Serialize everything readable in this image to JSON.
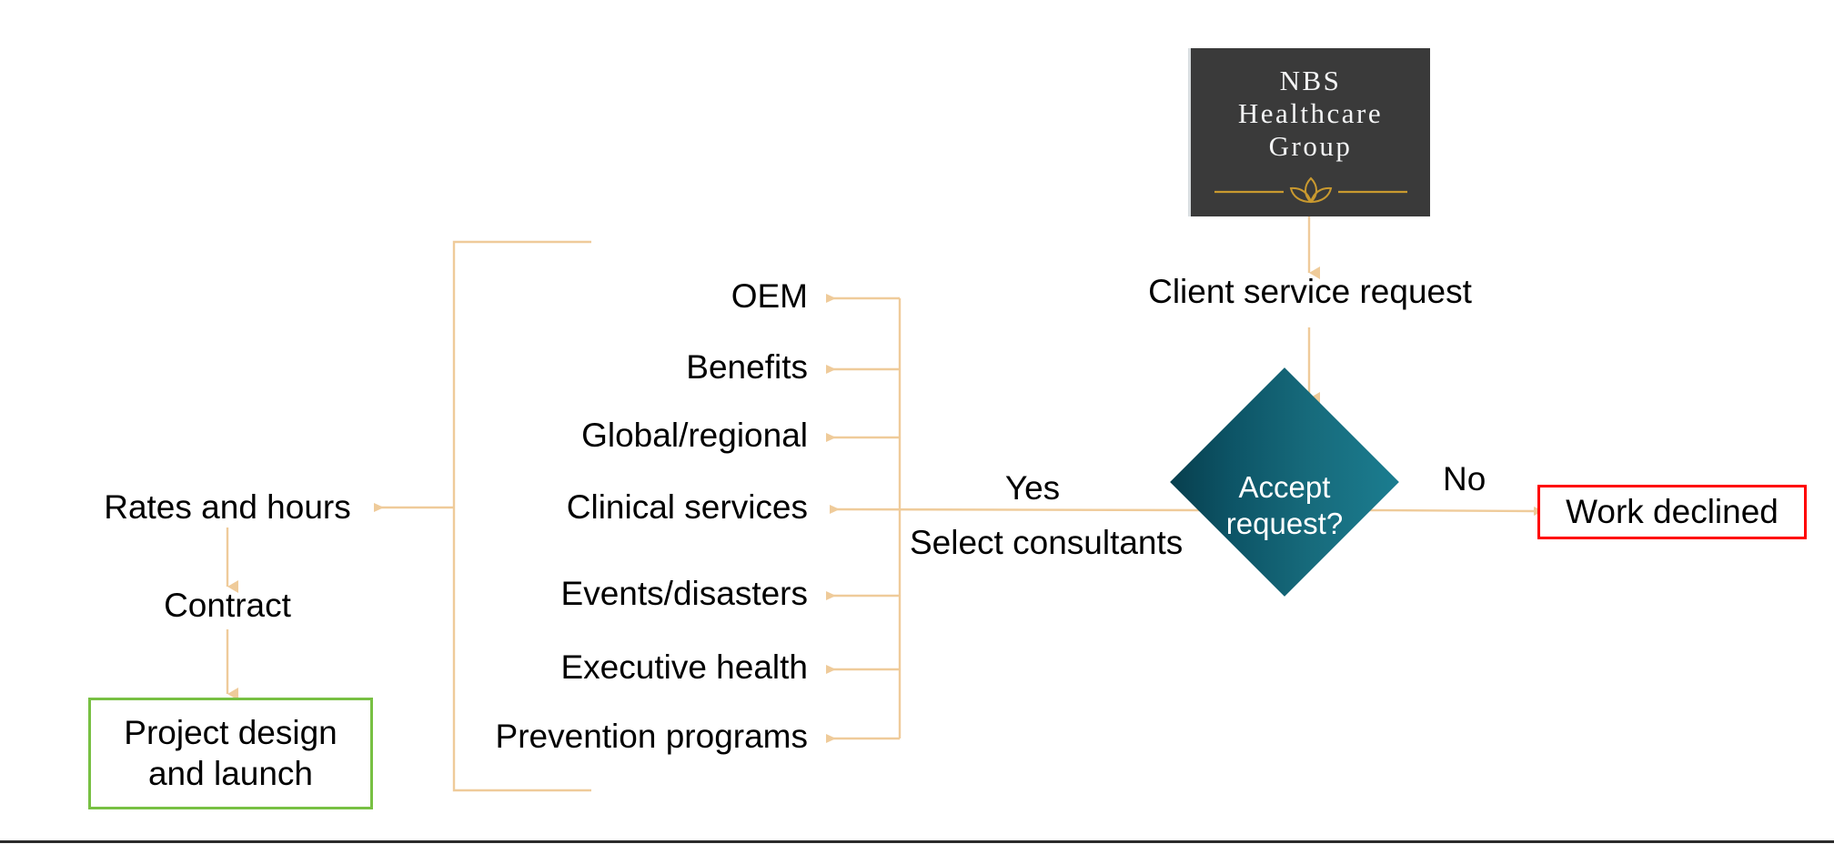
{
  "diagram": {
    "title": "NBS Healthcare Group client service request flow",
    "colors": {
      "connector": "#efcb9a",
      "connector_dark": "#d9a85c",
      "logo_background": "#3a3a3a",
      "logo_text": "#f3f4f5",
      "logo_gold": "#c9992f",
      "diamond_light": "#1b7d90",
      "diamond_dark": "#083f4e",
      "diamond_text": "#ffffff",
      "declined_border": "#ff0000",
      "launch_border": "#78c043",
      "node_text": "#000000",
      "canvas": "#ffffff",
      "bottom_rule": "#2b2b2b"
    }
  },
  "logo": {
    "line1": "NBS",
    "line2": "Healthcare",
    "line3": "Group",
    "ornament": "lotus-ornament"
  },
  "nodes": {
    "client_request": "Client service request",
    "decision": "Accept request?",
    "work_declined": "Work declined",
    "rates_and_hours": "Rates and hours",
    "contract": "Contract",
    "project_launch_line1": "Project design",
    "project_launch_line2": "and launch"
  },
  "edge_labels": {
    "yes": "Yes",
    "select_consultants": "Select consultants",
    "no": "No"
  },
  "services": [
    {
      "label": "OEM"
    },
    {
      "label": "Benefits"
    },
    {
      "label": "Global/regional"
    },
    {
      "label": "Clinical services"
    },
    {
      "label": "Events/disasters"
    },
    {
      "label": "Executive health"
    },
    {
      "label": "Prevention programs"
    }
  ]
}
